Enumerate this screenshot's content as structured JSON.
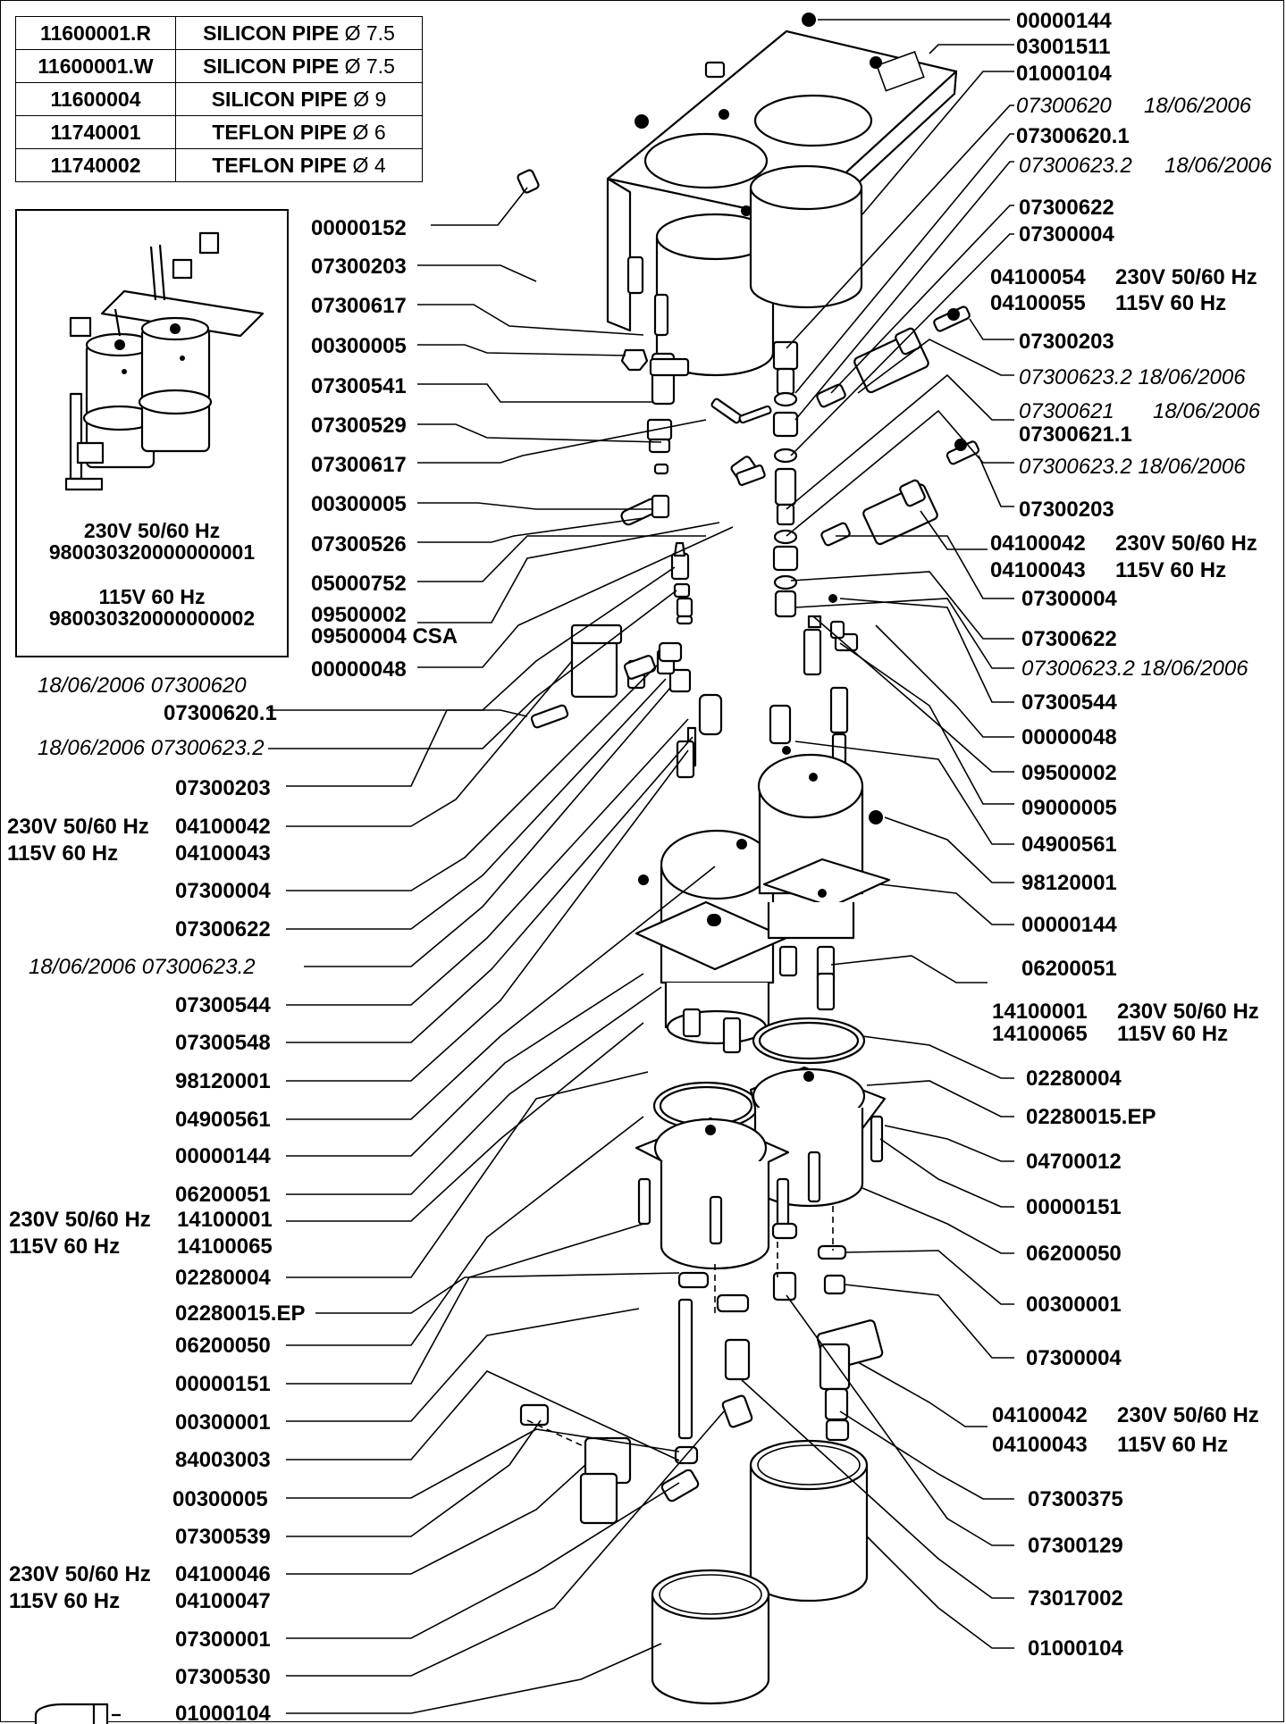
{
  "pipe_table": [
    {
      "code": "11600001.R",
      "desc": "SILICON PIPE",
      "size": "Ø 7.5"
    },
    {
      "code": "11600001.W",
      "desc": "SILICON PIPE",
      "size": "Ø 7.5"
    },
    {
      "code": "11600004",
      "desc": "SILICON PIPE",
      "size": "Ø 9"
    },
    {
      "code": "11740001",
      "desc": "TEFLON PIPE",
      "size": "Ø 6"
    },
    {
      "code": "11740002",
      "desc": "TEFLON PIPE",
      "size": "Ø 4"
    }
  ],
  "machine_box": {
    "v230": "230V 50/60 Hz",
    "code230": "980030320000000001",
    "v115": "115V 60 Hz",
    "code115": "980030320000000002"
  },
  "left_labels": [
    "00000152",
    "07300203",
    "07300617",
    "00300005",
    "07300541",
    "07300529",
    "07300617",
    "00300005",
    "07300526",
    "05000752",
    "09500002",
    "09500004 CSA",
    "00000048",
    "18/06/2006 07300620",
    "07300620.1",
    "18/06/2006 07300623.2",
    "07300203",
    "230V 50/60 Hz",
    "04100042",
    "115V 60 Hz",
    "04100043",
    "07300004",
    "07300622",
    "18/06/2006 07300623.2",
    "07300544",
    "07300548",
    "98120001",
    "04900561",
    "00000144",
    "06200051",
    "230V 50/60 Hz",
    "14100001",
    "115V 60 Hz",
    "14100065",
    "02280004",
    "02280015.EP",
    "06200050",
    "00000151",
    "00300001",
    "84003003",
    "00300005",
    "07300539",
    "230V 50/60 Hz",
    "04100046",
    "115V 60 Hz",
    "04100047",
    "07300001",
    "07300530",
    "01000104"
  ],
  "right_labels": [
    "00000144",
    "03001511",
    "01000104",
    "07300620",
    "18/06/2006",
    "07300620.1",
    "07300623.2",
    "18/06/2006",
    "07300622",
    "07300004",
    "04100054",
    "230V 50/60 Hz",
    "04100055",
    "115V 60 Hz",
    "07300203",
    "07300623.2 18/06/2006",
    "07300621",
    "18/06/2006",
    "07300621.1",
    "07300623.2 18/06/2006",
    "07300203",
    "04100042",
    "230V 50/60 Hz",
    "04100043",
    "115V 60 Hz",
    "07300004",
    "07300622",
    "07300623.2 18/06/2006",
    "07300544",
    "00000048",
    "09500002",
    "09000005",
    "04900561",
    "98120001",
    "00000144",
    "06200051",
    "14100001",
    "230V 50/60 Hz",
    "14100065",
    "115V 60 Hz",
    "02280004",
    "02280015.EP",
    "04700012",
    "00000151",
    "06200050",
    "00300001",
    "07300004",
    "04100042",
    "230V 50/60 Hz",
    "04100043",
    "115V 60 Hz",
    "07300375",
    "07300129",
    "73017002",
    "01000104"
  ]
}
